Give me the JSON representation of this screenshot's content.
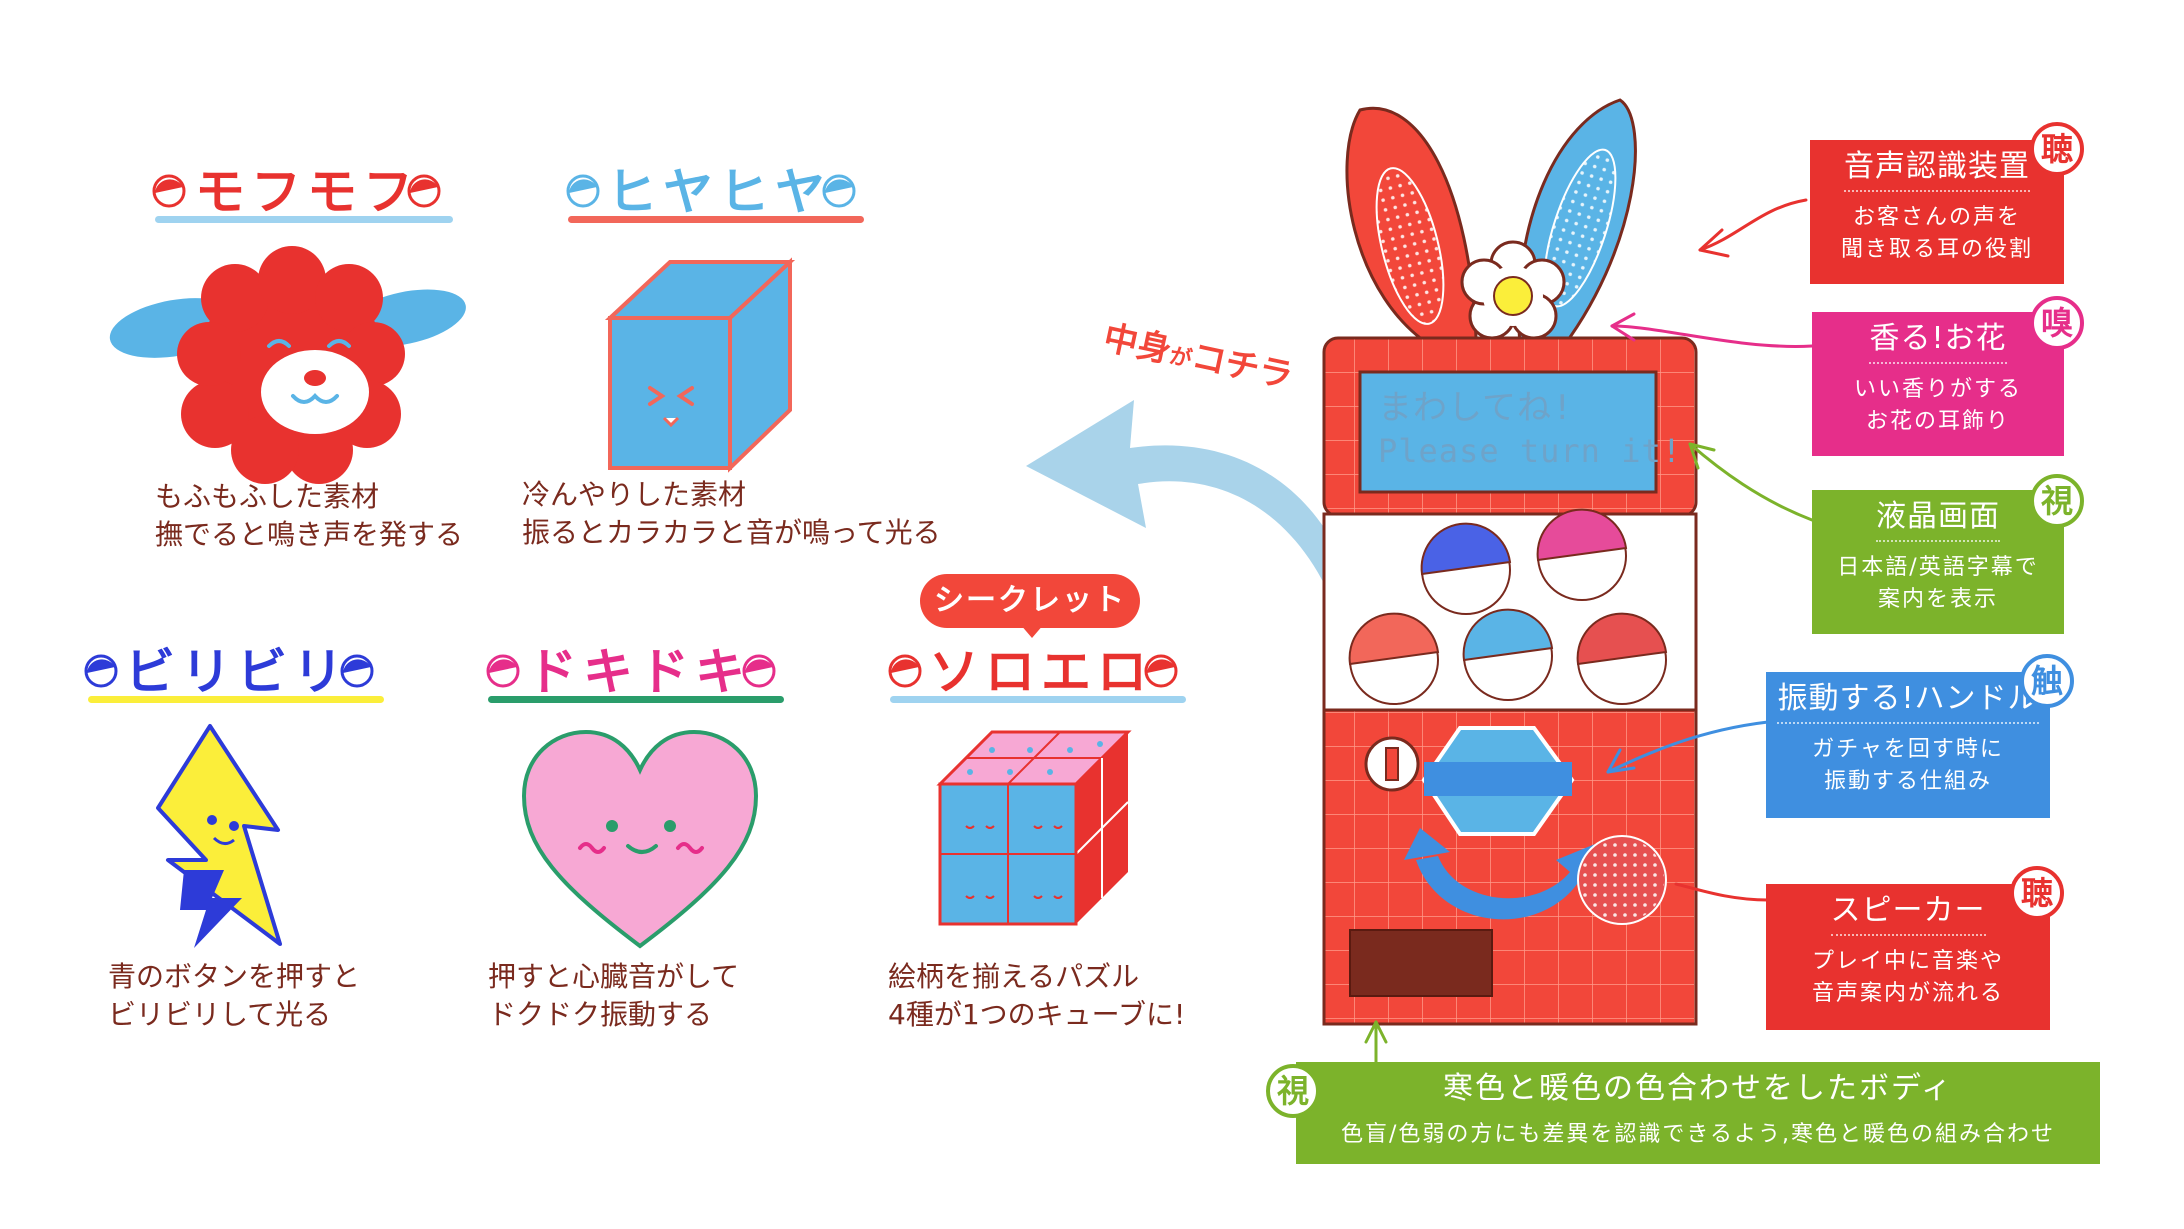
{
  "products": [
    {
      "id": "mofumofu",
      "title": "モフモフ",
      "desc_line1": "もふもふした素材",
      "desc_line2": "撫でると鳴き声を発する"
    },
    {
      "id": "hiyahiya",
      "title": "ヒヤヒヤ",
      "desc_line1": "冷んやりした素材",
      "desc_line2": "振るとカラカラと音が鳴って光る"
    },
    {
      "id": "biribiri",
      "title": "ビリビリ",
      "desc_line1": "青のボタンを押すと",
      "desc_line2": "ビリビリして光る"
    },
    {
      "id": "dokidoki",
      "title": "ドキドキ",
      "desc_line1": "押すと心臓音がして",
      "desc_line2": "ドクドク振動する"
    },
    {
      "id": "soroero",
      "title": "ソロエロ",
      "badge": "シークレット",
      "desc_line1": "絵柄を揃えるパズル",
      "desc_line2": "4種が1つのキューブに!"
    }
  ],
  "arrow_label": {
    "a": "中身",
    "b": "が",
    "c": "コチラ"
  },
  "lcd": {
    "line1": "まわしてね!",
    "line2": "Please turn it!"
  },
  "callouts": [
    {
      "id": "voice",
      "sense": "聴",
      "title": "音声認識装置",
      "body1": "お客さんの声を",
      "body2": "聞き取る耳の役割",
      "color": "#e8322f"
    },
    {
      "id": "flower",
      "sense": "嗅",
      "title": "香る!お花",
      "body1": "いい香りがする",
      "body2": "お花の耳飾り",
      "color": "#e62e8a"
    },
    {
      "id": "lcd",
      "sense": "視",
      "title": "液晶画面",
      "body1": "日本語/英語字幕で",
      "body2": "案内を表示",
      "color": "#7cb32b"
    },
    {
      "id": "handle",
      "sense": "触",
      "title": "振動する!ハンドル",
      "body1": "ガチャを回す時に",
      "body2": "振動する仕組み",
      "color": "#3f8fe0"
    },
    {
      "id": "speaker",
      "sense": "聴",
      "title": "スピーカー",
      "body1": "プレイ中に音楽や",
      "body2": "音声案内が流れる",
      "color": "#e8322f"
    }
  ],
  "body_callout": {
    "sense": "視",
    "title": "寒色と暖色の色合わせをしたボディ",
    "body": "色盲/色弱の方にも差異を認識できるよう,寒色と暖色の組み合わせ",
    "color": "#7cb32b"
  },
  "colors": {
    "red": "#e8322f",
    "blue": "#5ab4e6",
    "yellow": "#fbee3a",
    "pink": "#f7a8d4",
    "green": "#2a9d6b",
    "brown": "#7a2a1e",
    "orange": "#f2473a"
  }
}
